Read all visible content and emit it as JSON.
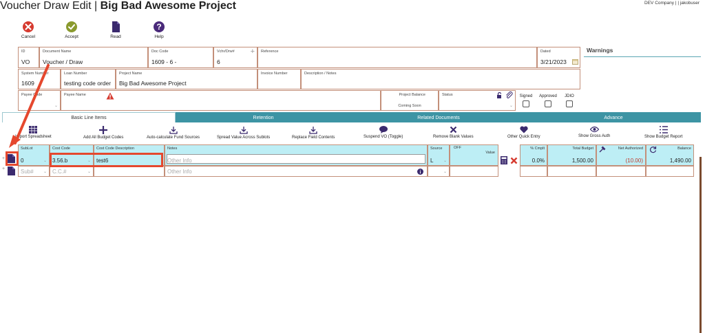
{
  "header": {
    "title_prefix": "Voucher Draw Edit | ",
    "title_project": "Big Bad Awesome Project",
    "company": "DEV Company | | jakobuser"
  },
  "toolbar": {
    "cancel": "Cancel",
    "accept": "Accept",
    "read": "Read",
    "help": "Help"
  },
  "warnings": "Warnings",
  "form": {
    "id_label": "ID",
    "id_value": "VO",
    "doc_name_label": "Document Name",
    "doc_name_value": "Voucher / Draw",
    "doc_code_label": "Doc Code",
    "doc_code_value": "1609 - 6 -",
    "vchr_label": "Vchr/Drw#",
    "vchr_value": "6",
    "reference_label": "Reference",
    "dated_label": "Dated",
    "dated_value": "3/21/2023",
    "system_number_label": "System Number",
    "system_number_value": "1609",
    "loan_number_label": "Loan Number",
    "loan_number_value": "testing code order",
    "project_name_label": "Project Name",
    "project_name_value": "Big Bad Awesome Project",
    "invoice_number_label": "Invoice Number",
    "description_label": "Description / Notes",
    "payee_code_label": "Payee Code",
    "payee_name_label": "Payee Name",
    "project_balance_label": "Project Balance",
    "project_balance_value": "Coming Soon",
    "status_label": "Status",
    "signed_label": "Signed",
    "approved_label": "Approved",
    "jdio_label": "JDIO"
  },
  "tabs": [
    "Basic Line Items",
    "Retention",
    "Related Documents",
    "Advance"
  ],
  "actions": [
    "Import Spreadsheet",
    "Add All Budget Codes",
    "Auto-calculate Fund Sources",
    "Spread Value Across Sublots",
    "Replace Field Contents",
    "Suspend VO (Toggle)",
    "Remove Blank Values",
    "Other Quick Entry",
    "Show Gross Auth",
    "Show Budget Report"
  ],
  "grid": {
    "headers": {
      "sublot": "SubLot",
      "cost_code": "Cost Code",
      "cost_code_desc": "Cost Code Description",
      "notes": "Notes",
      "source": "Source",
      "off": "OFF",
      "value": "Value",
      "pct": "% Cmplt",
      "total_budget": "Total Budget",
      "net_authorized": "Net Authorized",
      "balance": "Balance"
    },
    "row1": {
      "sublot": "0",
      "cost_code": "3.56.b",
      "cost_code_desc": "test6",
      "notes_placeholder": "Other Info",
      "source": "L",
      "pct": "0.0%",
      "total_budget": "1,500.00",
      "net_authorized": "(10.00)",
      "balance": "1,490.00"
    },
    "row2": {
      "sublot_placeholder": "Sub#",
      "cost_code_placeholder": "C.C.#",
      "notes_placeholder": "Other Info"
    }
  },
  "colors": {
    "accent": "#3d94a4",
    "border": "#c38f79",
    "highlight_row": "#bdeef5",
    "annotation": "#e5482e",
    "negative": "#c0392b"
  }
}
